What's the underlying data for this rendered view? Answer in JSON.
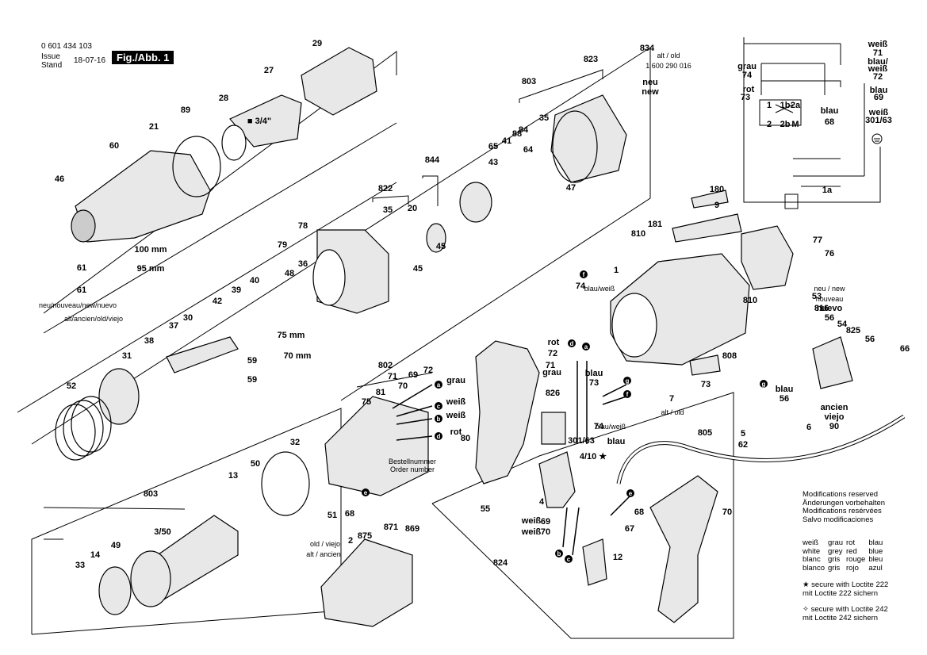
{
  "header": {
    "part_number": "0 601 434 103",
    "issue_label": "Issue\nStand",
    "issue_date": "18-07-16",
    "figure": "Fig./Abb. 1"
  },
  "part_labels": [
    "29",
    "27",
    "28",
    "89",
    "21",
    "60",
    "46",
    "100 mm",
    "95 mm",
    "61",
    "61",
    "neu/nouveau/new/nuevo",
    "alt/ancien/old/viejo",
    "■ 3/4\"",
    "823",
    "834",
    "alt / old",
    "1 600 290 016",
    "neu",
    "new",
    "803",
    "84",
    "88",
    "35",
    "64",
    "41",
    "65",
    "43",
    "47",
    "844",
    "822",
    "35",
    "20",
    "78",
    "79",
    "45",
    "45",
    "36",
    "48",
    "40",
    "39",
    "42",
    "37",
    "30",
    "38",
    "31",
    "52",
    "59",
    "59",
    "75 mm",
    "70 mm",
    "802",
    "72",
    "71",
    "70",
    "69",
    "81",
    "75",
    "grau",
    "weiß",
    "weiß",
    "rot",
    "Bestellnummer",
    "Order number",
    "32",
    "50",
    "13",
    "51",
    "68",
    "803",
    "3/50",
    "49",
    "14",
    "33",
    "875",
    "2",
    "871",
    "869",
    "old / viejo",
    "alt / ancien",
    "55",
    "80",
    "826",
    "74",
    "blau/weiß",
    "301/63",
    "blau",
    "4/10 ★",
    "rot",
    "72",
    "71",
    "grau",
    "blau",
    "73",
    "4",
    "69",
    "70",
    "weiß",
    "weiß",
    "68",
    "67",
    "12",
    "824",
    "180",
    "9",
    "181",
    "810",
    "77",
    "76",
    "74",
    "blau/weiß",
    "1",
    "810",
    "53",
    "816",
    "neu / new",
    "nouveau",
    "nuevo",
    "56",
    "54",
    "825",
    "56",
    "66",
    "808",
    "73",
    "blau",
    "56",
    "7",
    "alt / old",
    "ancien",
    "viejo",
    "90",
    "6",
    "805",
    "5",
    "62",
    "70",
    "weiß",
    "71",
    "grau",
    "74",
    "blau/",
    "weiß",
    "72",
    "rot",
    "73",
    "blau",
    "69",
    "weiß",
    "301/63",
    "blau",
    "68",
    "1a",
    "1",
    "1b",
    "2a",
    "2",
    "2b",
    "M"
  ],
  "legend": {
    "modifications": [
      "Modifications reserved",
      "Änderungen vorbehalten",
      "Modifications resérvées",
      "Salvo modificaciones"
    ],
    "colors": [
      [
        "weiß",
        "grau",
        "rot",
        "blau"
      ],
      [
        "white",
        "grey",
        "red",
        "blue"
      ],
      [
        "blanc",
        "gris",
        "rouge",
        "bleu"
      ],
      [
        "blanco",
        "gris",
        "rojo",
        "azul"
      ]
    ],
    "loctite_222": [
      "★ secure with Loctite 222",
      "mit Loctite 222 sichern"
    ],
    "loctite_242": [
      "✧ secure with Loctite 242",
      "mit Loctite 242 sichern"
    ]
  },
  "colors": {
    "ink": "#000000",
    "paper": "#ffffff",
    "part_fill": "#e8e8e8",
    "part_shade": "#9a9a9a"
  }
}
